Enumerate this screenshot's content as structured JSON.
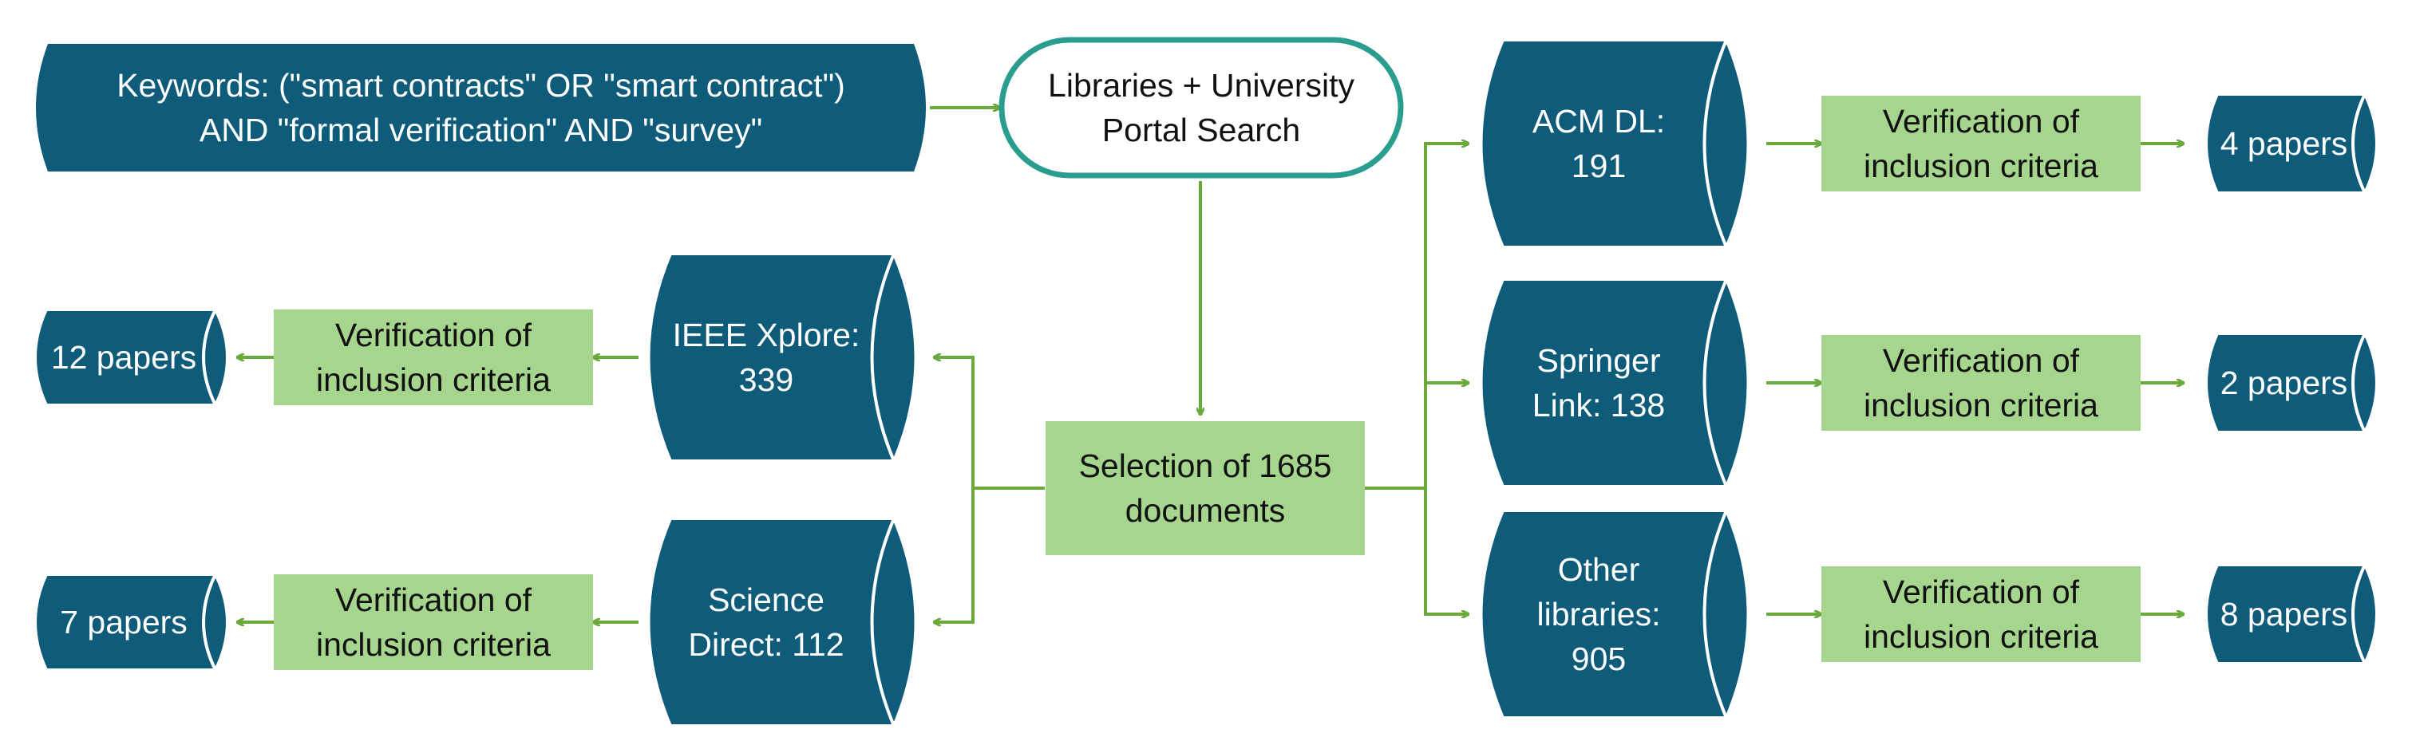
{
  "colors": {
    "storage_fill": "#0f5b7a",
    "process_fill": "#a6d58e",
    "terminator_stroke": "#2a9d8f",
    "connector": "#6aaa3a",
    "text_light": "#ffffff",
    "text_dark": "#111111"
  },
  "nodes": {
    "keywords": {
      "line1": "Keywords: (\"smart contracts\" OR \"smart contract\")",
      "line2": "AND \"formal verification\" AND \"survey\""
    },
    "search": {
      "line1": "Libraries + University",
      "line2": "Portal Search"
    },
    "selection": {
      "line1": "Selection of 1685",
      "line2": "documents"
    },
    "ieee": {
      "line1": "IEEE Xplore:",
      "line2": "339"
    },
    "science_direct": {
      "line1": "Science",
      "line2": "Direct: 112"
    },
    "acm": {
      "line1": "ACM DL:",
      "line2": "191"
    },
    "springer": {
      "line1": "Springer",
      "line2": "Link: 138"
    },
    "other": {
      "line1": "Other",
      "line2": "libraries:",
      "line3": "905"
    },
    "verif_ieee": {
      "line1": "Verification of",
      "line2": "inclusion criteria"
    },
    "verif_sd": {
      "line1": "Verification of",
      "line2": "inclusion criteria"
    },
    "verif_acm": {
      "line1": "Verification of",
      "line2": "inclusion criteria"
    },
    "verif_springer": {
      "line1": "Verification of",
      "line2": "inclusion criteria"
    },
    "verif_other": {
      "line1": "Verification of",
      "line2": "inclusion criteria"
    },
    "result_ieee": {
      "label": "12 papers"
    },
    "result_sd": {
      "label": "7 papers"
    },
    "result_acm": {
      "label": "4 papers"
    },
    "result_springer": {
      "label": "2 papers"
    },
    "result_other": {
      "label": "8 papers"
    }
  }
}
